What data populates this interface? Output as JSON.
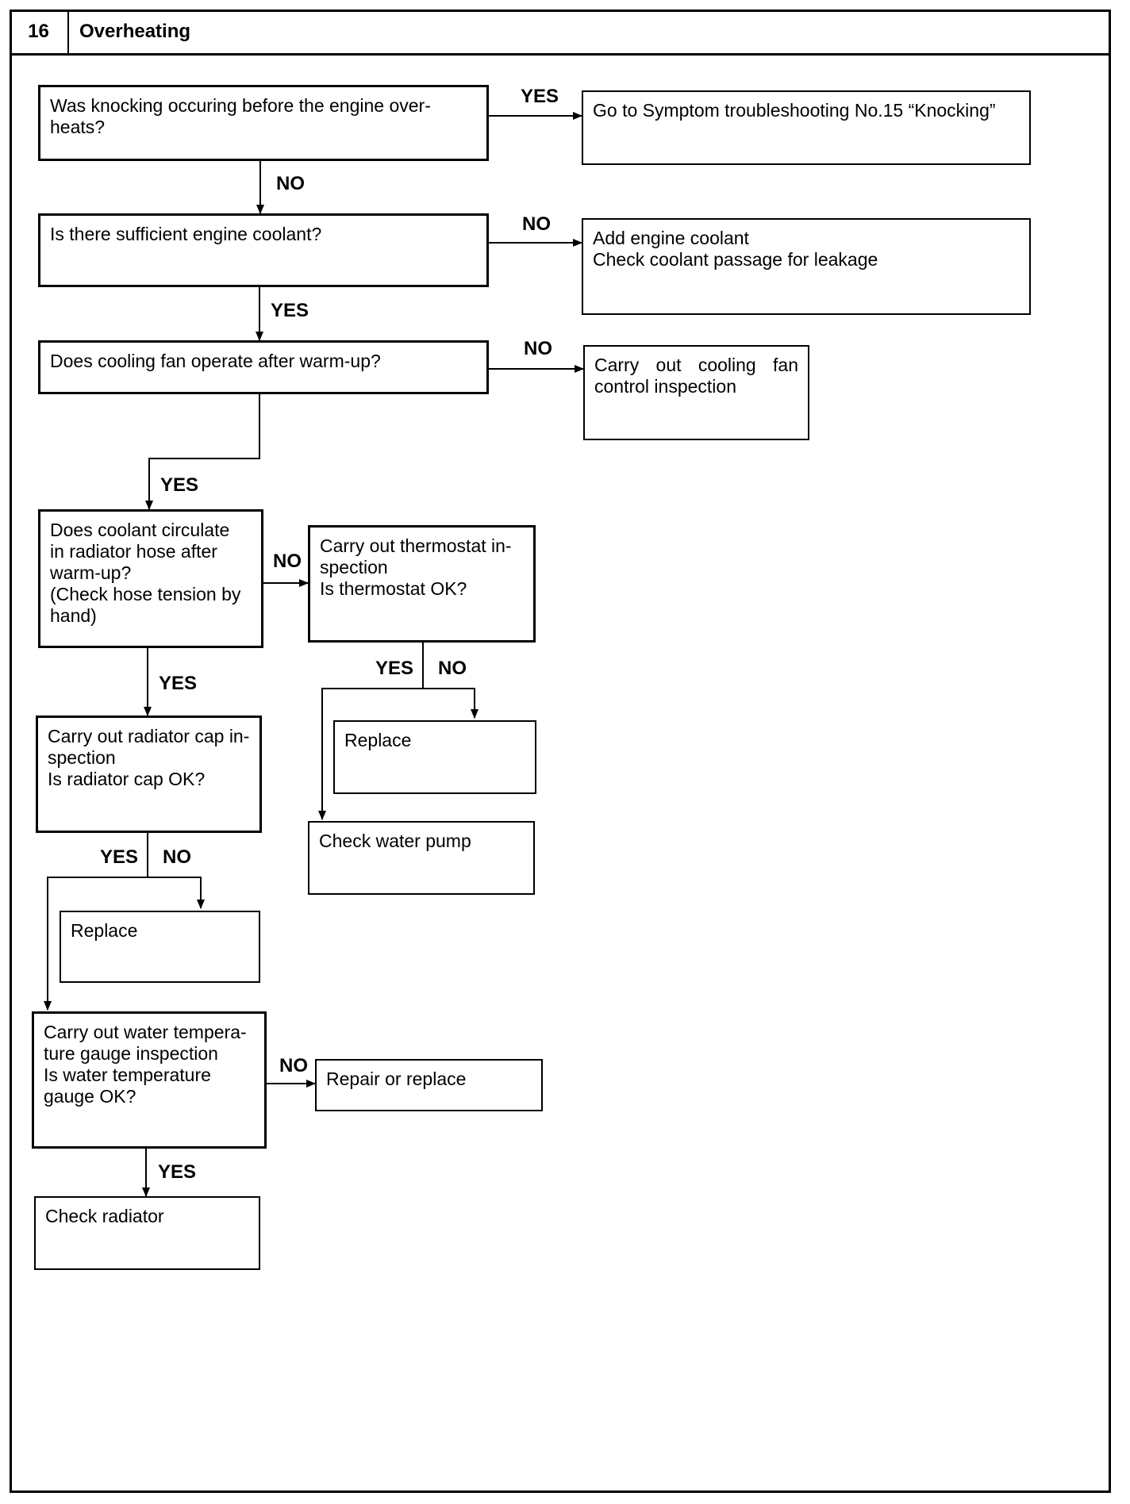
{
  "header": {
    "number": "16",
    "title": "Overheating"
  },
  "nodes": {
    "q1": "Was knocking occuring before the engine over-\nheats?",
    "a1": "Go to Symptom troubleshooting No.15 “Knocking”",
    "q2": "Is there sufficient engine coolant?",
    "a2": "Add engine coolant\nCheck coolant passage for leakage",
    "q3": "Does cooling fan operate after warm-up?",
    "a3": "Carry out cooling fan control inspection",
    "q4": "Does coolant circulate\nin radiator hose after\nwarm-up?\n(Check hose tension by\nhand)",
    "q5": "Carry out thermostat in-\nspection\nIs thermostat OK?",
    "a5_replace": "Replace",
    "a5_pump": "Check water pump",
    "q6": "Carry out radiator cap in-\nspection\nIs radiator cap OK?",
    "a6_replace": "Replace",
    "q7": "Carry out water tempera-\nture gauge inspection\nIs water temperature\ngauge OK?",
    "a7_repair": "Repair or replace",
    "a7_radiator": "Check radiator"
  },
  "labels": {
    "q1_yes": "YES",
    "q1_no": "NO",
    "q2_no": "NO",
    "q2_yes": "YES",
    "q3_no": "NO",
    "q3_yes": "YES",
    "q4_no": "NO",
    "q4_yes": "YES",
    "q5_yes": "YES",
    "q5_no": "NO",
    "q6_yes": "YES",
    "q6_no": "NO",
    "q7_no": "NO",
    "q7_yes": "YES"
  }
}
